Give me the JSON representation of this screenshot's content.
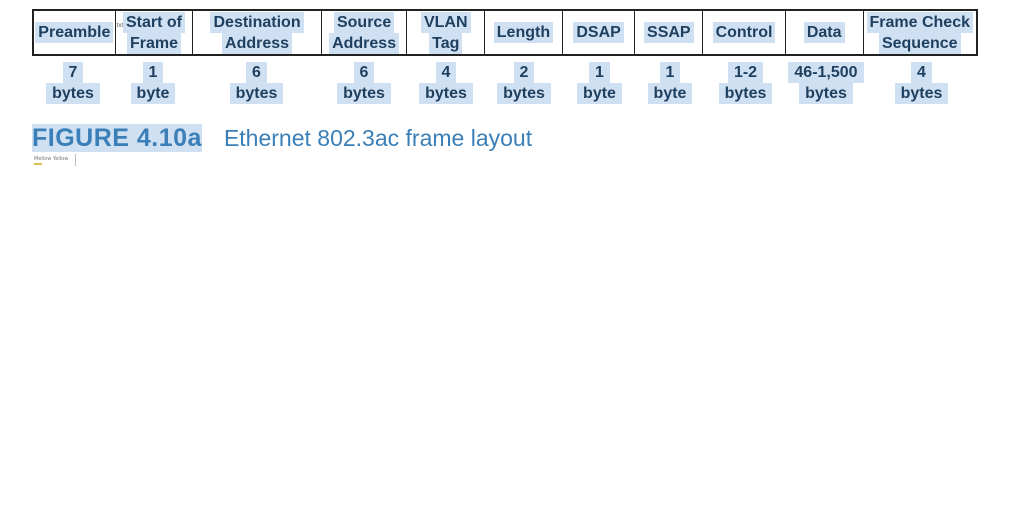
{
  "frame_fields": [
    {
      "lines": [
        "Preamble"
      ],
      "size": [
        "7",
        "bytes"
      ]
    },
    {
      "lines": [
        "Start of",
        "Frame"
      ],
      "size": [
        "1",
        "byte"
      ]
    },
    {
      "lines": [
        "Destination",
        "Address"
      ],
      "size": [
        "6",
        "bytes"
      ]
    },
    {
      "lines": [
        "Source",
        "Address"
      ],
      "size": [
        "6",
        "bytes"
      ]
    },
    {
      "lines": [
        "VLAN",
        "Tag"
      ],
      "size": [
        "4",
        "bytes"
      ]
    },
    {
      "lines": [
        "Length"
      ],
      "size": [
        "2",
        "bytes"
      ]
    },
    {
      "lines": [
        "DSAP"
      ],
      "size": [
        "1",
        "byte"
      ]
    },
    {
      "lines": [
        "SSAP"
      ],
      "size": [
        "1",
        "byte"
      ]
    },
    {
      "lines": [
        "Control"
      ],
      "size": [
        "1-2",
        "bytes"
      ]
    },
    {
      "lines": [
        "Data"
      ],
      "size": [
        "46-1,500",
        "bytes"
      ]
    },
    {
      "lines": [
        "Frame Check",
        "Sequence"
      ],
      "size": [
        "4",
        "bytes"
      ]
    }
  ],
  "tiny_mark": "txt",
  "caption": {
    "label": "FIGURE 4.10a",
    "title": "Ethernet 802.3ac frame layout"
  },
  "thumbnail": {
    "text": "Mellow Yellow"
  }
}
